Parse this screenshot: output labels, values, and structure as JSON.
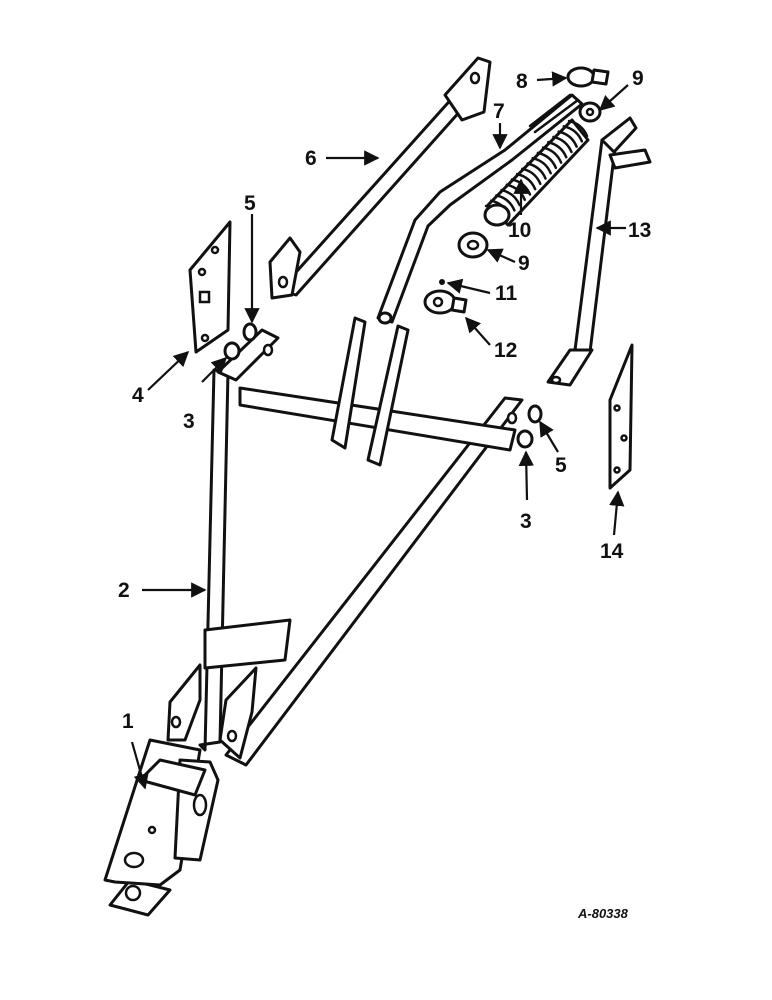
{
  "reference_code": "A-80338",
  "callouts": {
    "c1": "1",
    "c2": "2",
    "c3a": "3",
    "c3b": "3",
    "c4": "4",
    "c5a": "5",
    "c5b": "5",
    "c6": "6",
    "c7": "7",
    "c8": "8",
    "c9a": "9",
    "c9b": "9",
    "c10": "10",
    "c11": "11",
    "c12": "12",
    "c13": "13",
    "c14": "14"
  }
}
